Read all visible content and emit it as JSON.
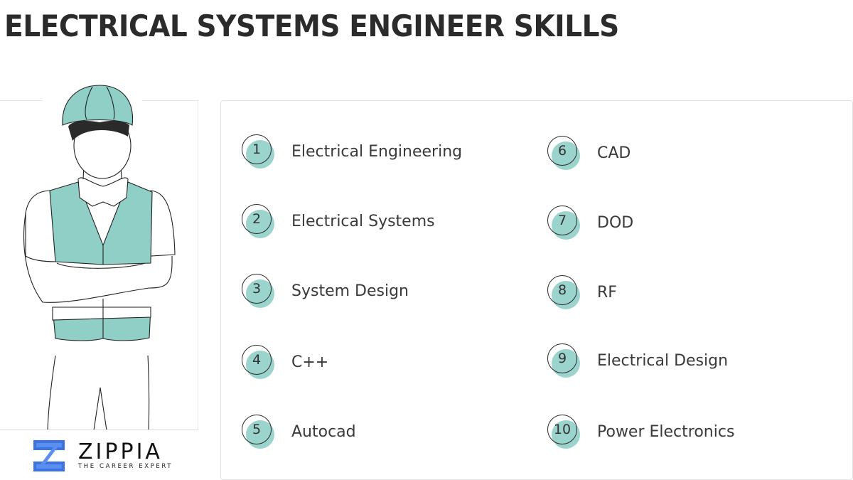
{
  "title": "ELECTRICAL SYSTEMS ENGINEER SKILLS",
  "accent_color": "#8fcfc6",
  "brand": {
    "name": "ZIPPIA",
    "tagline": "THE CAREER EXPERT",
    "logo_icon": "zippia-z-logo-icon",
    "logo_color": "#3b73e0"
  },
  "illustration": "engineer-with-hard-hat-and-safety-vest",
  "skills": [
    {
      "num": "1",
      "label": "Electrical Engineering"
    },
    {
      "num": "2",
      "label": "Electrical Systems"
    },
    {
      "num": "3",
      "label": "System Design"
    },
    {
      "num": "4",
      "label": "C++"
    },
    {
      "num": "5",
      "label": "Autocad"
    },
    {
      "num": "6",
      "label": "CAD"
    },
    {
      "num": "7",
      "label": "DOD"
    },
    {
      "num": "8",
      "label": "RF"
    },
    {
      "num": "9",
      "label": "Electrical Design"
    },
    {
      "num": "10",
      "label": "Power Electronics"
    }
  ]
}
